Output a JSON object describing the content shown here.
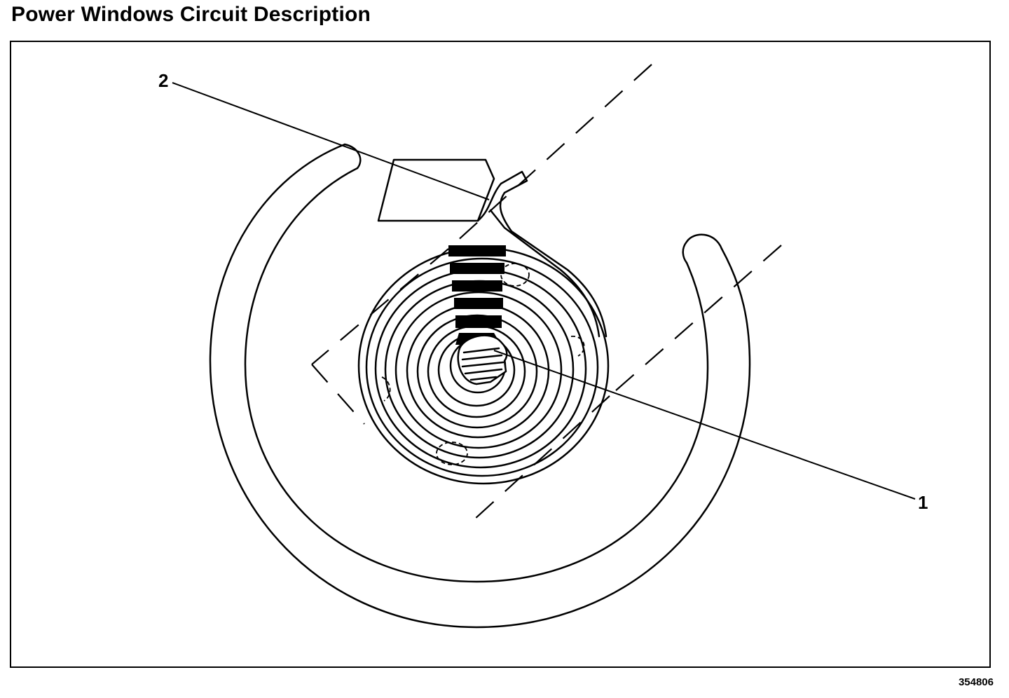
{
  "page": {
    "title": "Power Windows Circuit Description",
    "figure_number": "354806"
  },
  "diagram": {
    "callouts": [
      {
        "id": "1",
        "label": "1"
      },
      {
        "id": "2",
        "label": "2"
      }
    ],
    "colors": {
      "ink": "#000000",
      "background": "#ffffff"
    }
  }
}
